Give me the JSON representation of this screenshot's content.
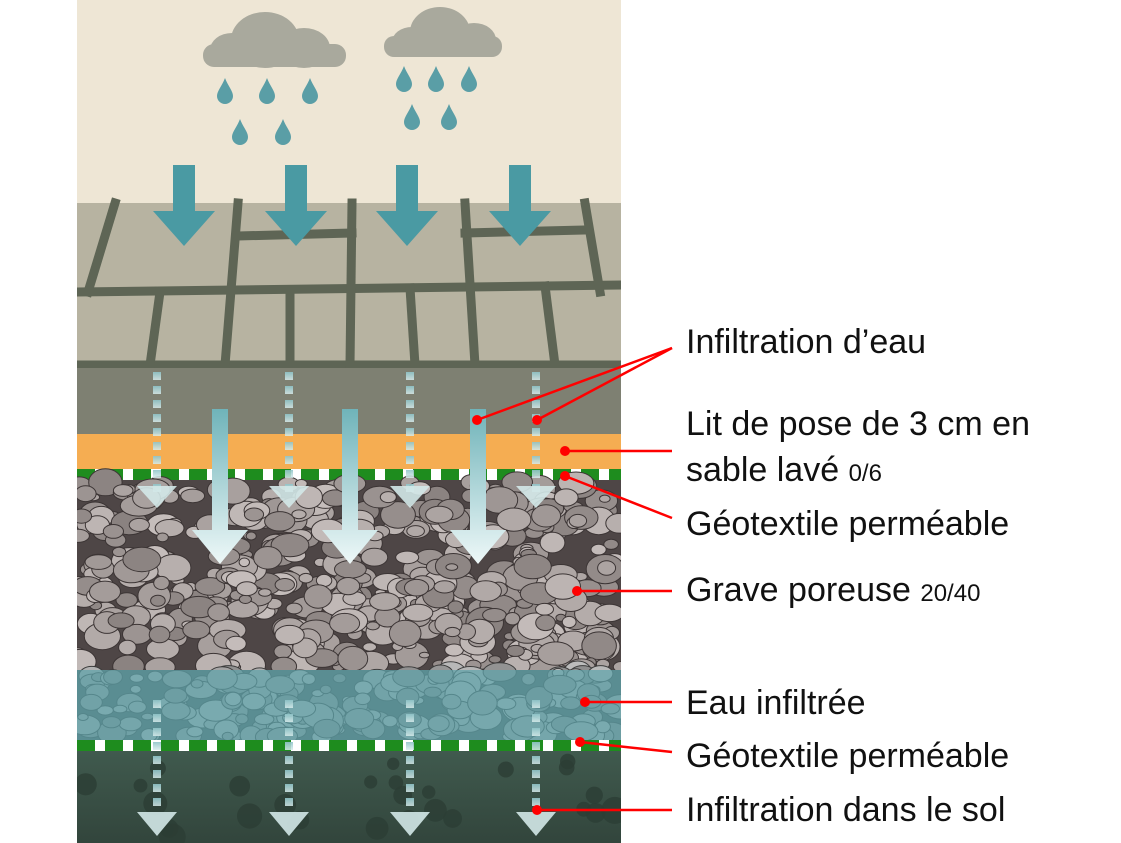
{
  "labels": {
    "infiltration_eau": "Infiltration d’eau",
    "lit_pose_line1": "Lit de pose de 3 cm en",
    "lit_pose_line2": "sable lavé",
    "lit_pose_size": "0/6",
    "geotextile_1": "Géotextile perméable",
    "grave_poreuse": "Grave poreuse",
    "grave_size": "20/40",
    "eau_infiltree": "Eau infiltrée",
    "geotextile_2": "Géotextile perméable",
    "infiltration_sol": "Infiltration dans le sol"
  },
  "colors": {
    "sky": "#eee6d5",
    "cloud": "#a9a99d",
    "raindrop": "#5a9ea6",
    "arrow": "#4a9aa3",
    "pavers": "#b7b3a1",
    "joints": "#5e6555",
    "sand_bed": "#f5ad52",
    "geotextile": "#1e8c1e",
    "gravel": "#4e4646",
    "water_zone": "#5b9499",
    "soil": "#3c5449",
    "leader_line": "#ff0000"
  }
}
